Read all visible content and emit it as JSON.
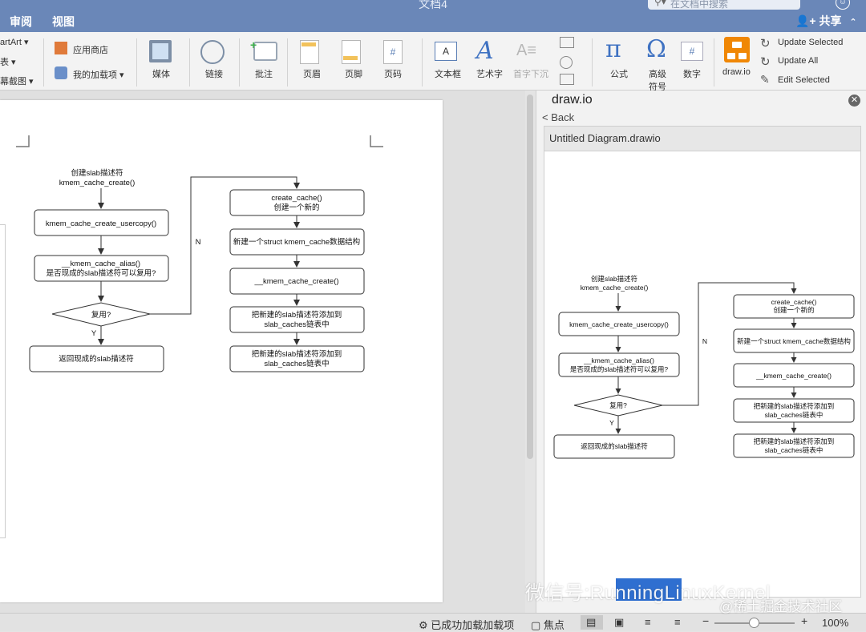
{
  "window": {
    "title": "文档4"
  },
  "tabs": [
    "审阅",
    "视图"
  ],
  "search": {
    "placeholder": "在文档中搜索"
  },
  "share_label": "共享",
  "ribbon": {
    "left_items": [
      "artArt",
      "表",
      "幕截图"
    ],
    "addins": {
      "store": "应用商店",
      "my_addins": "我的加载项"
    },
    "groups": {
      "media": "媒体",
      "link": "链接",
      "comment": "批注",
      "header": "页眉",
      "footer": "页脚",
      "page_number": "页码",
      "textbox": "文本框",
      "wordart": "艺术字",
      "dropcap": "首字下沉",
      "equation": "公式",
      "symbol_line1": "高级",
      "symbol_line2": "符号",
      "number": "数字",
      "drawio": "draw.io"
    },
    "drawio_actions": [
      "Update Selected",
      "Update All",
      "Edit Selected"
    ]
  },
  "flowchart": {
    "start_line1": "创建slab描述符",
    "start_line2": "kmem_cache_create()",
    "usercopy": "kmem_cache_create_usercopy()",
    "alias_line1": "__kmem_cache_alias()",
    "alias_line2": "是否现成的slab描述符可以复用?",
    "decision": "复用?",
    "yes": "Y",
    "no": "N",
    "return_existing": "返回现成的slab描述符",
    "create_cache_line1": "create_cache()",
    "create_cache_line2": "创建一个新的",
    "new_struct": "新建一个struct kmem_cache数据结构",
    "kmem_cache_create_internal": "__kmem_cache_create()",
    "add_list_line1": "把新建的slab描述符添加到",
    "add_list_line2": "slab_caches链表中"
  },
  "panel": {
    "title": "draw.io",
    "back": "< Back",
    "diagram_name": "Untitled Diagram.drawio"
  },
  "status": {
    "addins_loaded": "已成功加载加载项",
    "focus": "焦点",
    "zoom": "100%"
  },
  "watermark": {
    "line1": "微信号:RunningLinuxKernel",
    "line2": "@稀土掘金技术社区"
  },
  "colors": {
    "titlebar": "#6a87b8",
    "ribbon": "#f3f3f3",
    "highlight": "#2f6fd0"
  }
}
